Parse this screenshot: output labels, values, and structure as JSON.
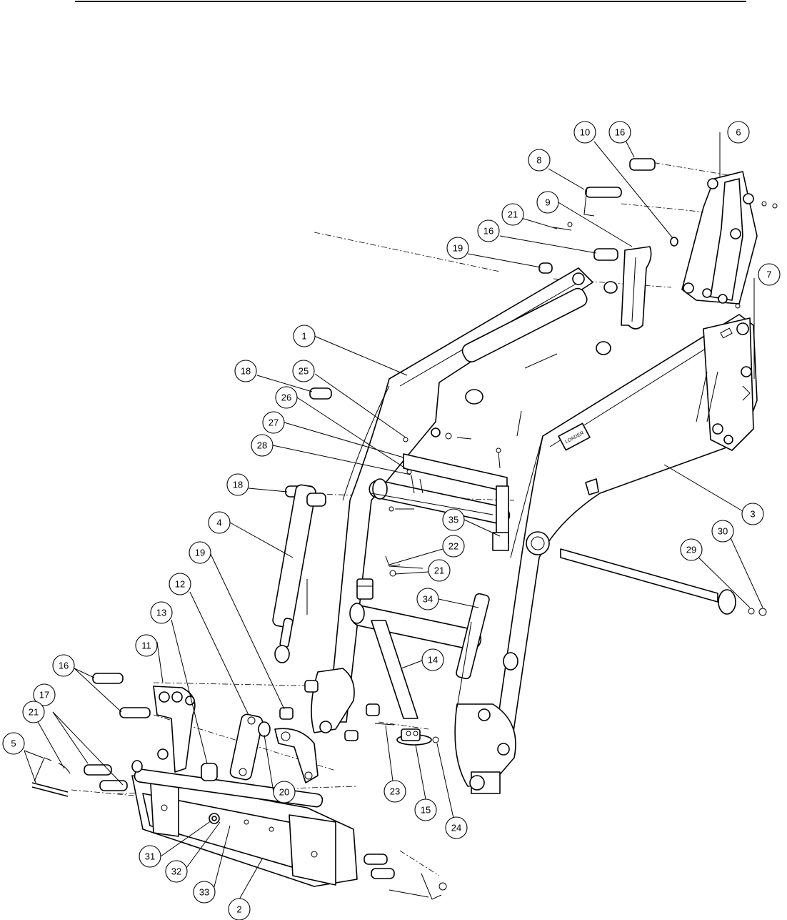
{
  "callouts": [
    {
      "num": "1"
    },
    {
      "num": "2"
    },
    {
      "num": "3"
    },
    {
      "num": "4"
    },
    {
      "num": "5"
    },
    {
      "num": "6"
    },
    {
      "num": "7"
    },
    {
      "num": "8"
    },
    {
      "num": "9"
    },
    {
      "num": "10"
    },
    {
      "num": "11"
    },
    {
      "num": "12"
    },
    {
      "num": "13"
    },
    {
      "num": "14"
    },
    {
      "num": "15"
    },
    {
      "num": "16"
    },
    {
      "num": "16"
    },
    {
      "num": "16"
    },
    {
      "num": "17"
    },
    {
      "num": "18"
    },
    {
      "num": "18"
    },
    {
      "num": "19"
    },
    {
      "num": "19"
    },
    {
      "num": "20"
    },
    {
      "num": "21"
    },
    {
      "num": "21"
    },
    {
      "num": "21"
    },
    {
      "num": "22"
    },
    {
      "num": "23"
    },
    {
      "num": "24"
    },
    {
      "num": "25"
    },
    {
      "num": "26"
    },
    {
      "num": "27"
    },
    {
      "num": "28"
    },
    {
      "num": "29"
    },
    {
      "num": "30"
    },
    {
      "num": "31"
    },
    {
      "num": "32"
    },
    {
      "num": "33"
    },
    {
      "num": "34"
    },
    {
      "num": "35"
    }
  ],
  "decal": {
    "text": "LOADER"
  }
}
